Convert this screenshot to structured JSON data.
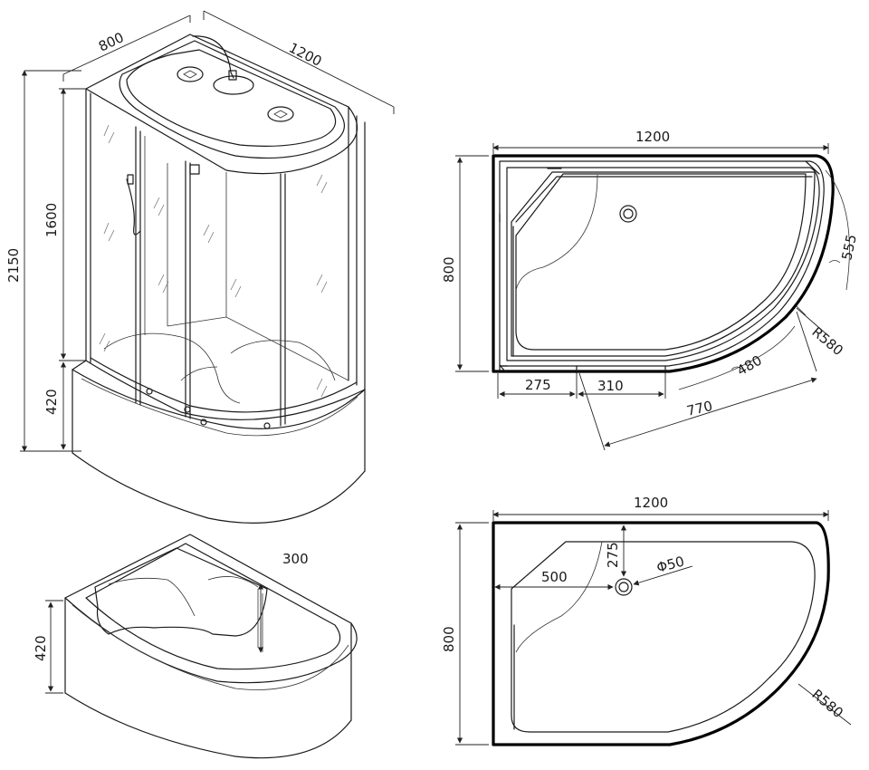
{
  "perspective_cabin": {
    "depth_label": "800",
    "width_label": "1200",
    "total_height_label": "2150",
    "glass_height_label": "1600",
    "tray_height_label": "420"
  },
  "perspective_tray": {
    "seat_height_label": "300",
    "tray_height_label": "420"
  },
  "plan_top": {
    "width_label": "1200",
    "depth_label": "800",
    "radius_label": "R580",
    "door_label": "555",
    "panel_label": "480",
    "left_offset_label": "275",
    "straight_label": "310",
    "arc_label": "770"
  },
  "plan_bottom": {
    "width_label": "1200",
    "depth_label": "800",
    "radius_label": "R580",
    "drain_x_label": "500",
    "drain_y_label": "275",
    "drain_diameter_label": "Φ50"
  }
}
